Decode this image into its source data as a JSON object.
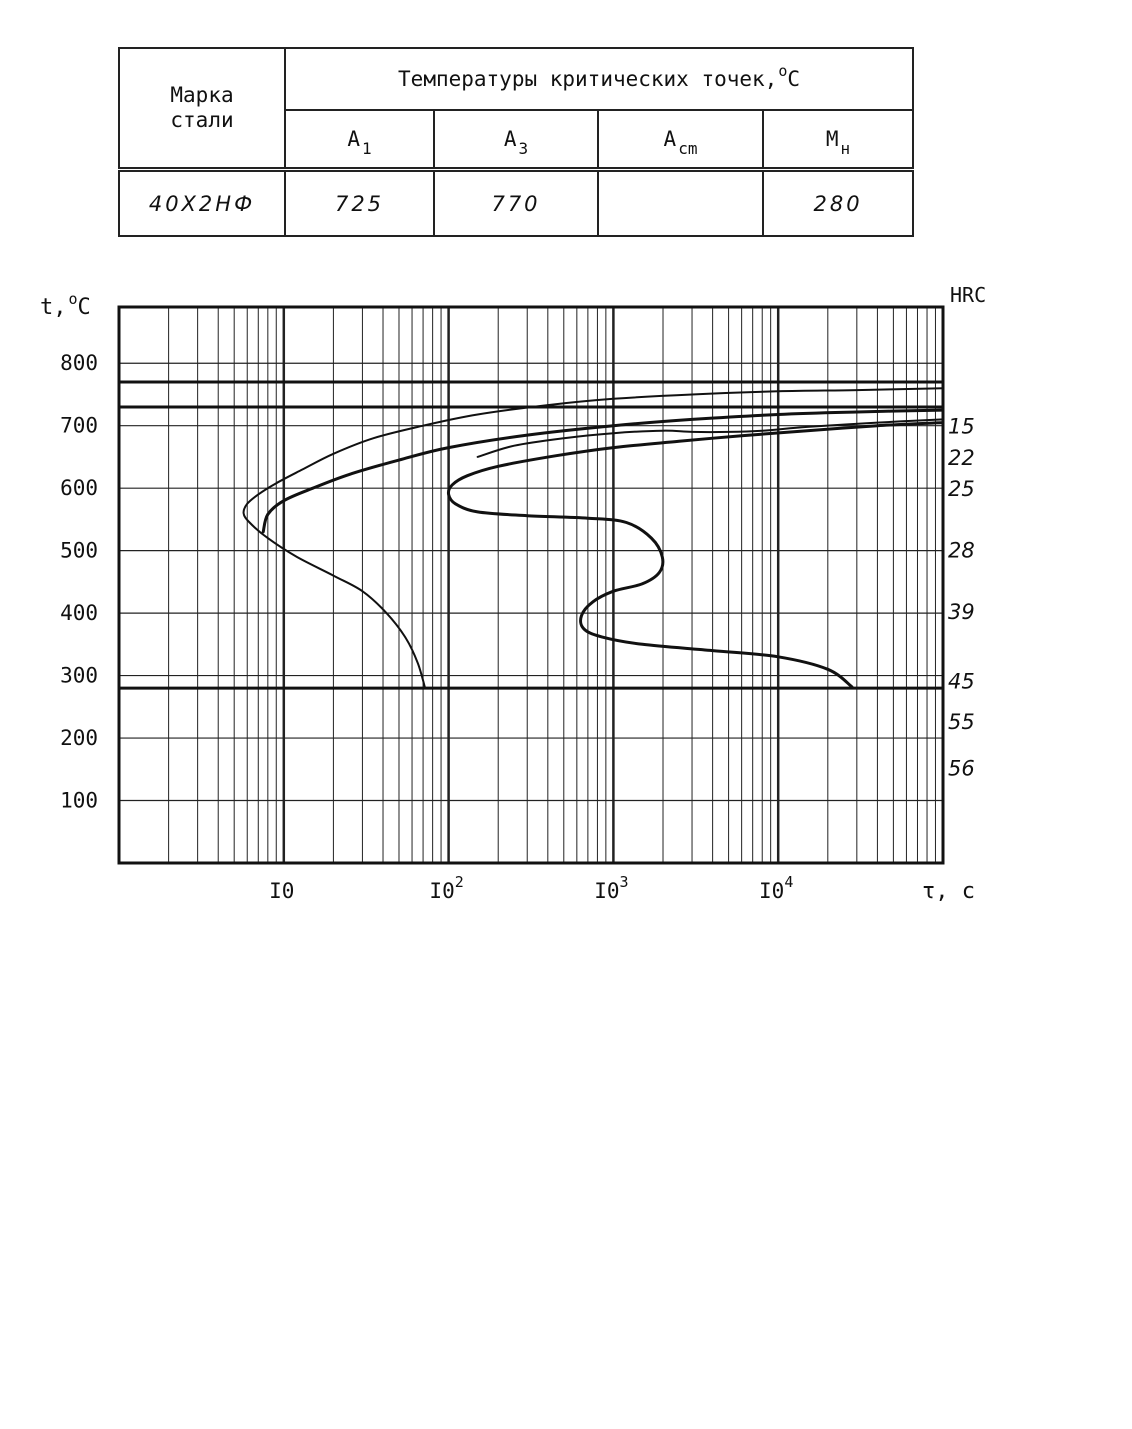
{
  "table": {
    "grade_header_line1": "Марка",
    "grade_header_line2": "стали",
    "temps_header": "Температуры критических точек,",
    "temps_header_unit_sup": "o",
    "temps_header_unit": "С",
    "columns": [
      {
        "letter": "A",
        "sub": "1"
      },
      {
        "letter": "A",
        "sub": "3"
      },
      {
        "letter": "A",
        "sub": "cm"
      },
      {
        "letter": "M",
        "sub": "н"
      }
    ],
    "row": {
      "grade": "40Х2НФ",
      "values": [
        "725",
        "770",
        "",
        "280"
      ]
    }
  },
  "chart_data": {
    "type": "line",
    "ylabel": "t, °C",
    "ylabel_main": "t,",
    "ylabel_sup": "o",
    "ylabel_unit": "C",
    "xlabel": "τ, с",
    "right_label": "HRC",
    "x_scale": "log",
    "xlim": [
      1,
      100000
    ],
    "ylim": [
      0,
      890
    ],
    "grid": true,
    "y_ticks": [
      "100",
      "200",
      "300",
      "400",
      "500",
      "600",
      "700",
      "800"
    ],
    "x_ticks": [
      {
        "value": 10,
        "base": "I0",
        "exp": ""
      },
      {
        "value": 100,
        "base": "I0",
        "exp": "2"
      },
      {
        "value": 1000,
        "base": "I0",
        "exp": "3"
      },
      {
        "value": 10000,
        "base": "I0",
        "exp": "4"
      }
    ],
    "reference_lines": [
      {
        "y": 770
      },
      {
        "y": 730
      },
      {
        "y": 280
      }
    ],
    "hrc_labels": [
      {
        "text": "15",
        "y": 700
      },
      {
        "text": "22",
        "y": 650
      },
      {
        "text": "25",
        "y": 600
      },
      {
        "text": "28",
        "y": 502
      },
      {
        "text": "39",
        "y": 403
      },
      {
        "text": "45",
        "y": 292
      },
      {
        "text": "55",
        "y": 227
      },
      {
        "text": "56",
        "y": 153
      }
    ],
    "series": [
      {
        "stroke": 2,
        "x": [
          100000,
          30000,
          10000,
          3000,
          1000,
          400,
          150,
          70,
          35,
          20,
          13,
          9,
          7,
          6,
          5.7,
          6.2,
          8,
          12,
          20,
          30,
          42,
          55,
          65,
          72
        ],
        "y": [
          760,
          757,
          755,
          750,
          743,
          733,
          718,
          700,
          680,
          655,
          630,
          608,
          590,
          575,
          560,
          545,
          520,
          490,
          460,
          435,
          400,
          360,
          320,
          280
        ]
      },
      {
        "stroke": 3,
        "x": [
          100000,
          30000,
          10000,
          3000,
          1000,
          300,
          100,
          50,
          25,
          15,
          10,
          8,
          7.5
        ],
        "y": [
          725,
          722,
          718,
          710,
          700,
          685,
          665,
          645,
          622,
          600,
          580,
          558,
          530
        ]
      },
      {
        "stroke": 3,
        "x": [
          100000,
          40000,
          15000,
          6000,
          2500,
          1000,
          450,
          200,
          130,
          105,
          100,
          110,
          150,
          300,
          700,
          1200,
          1700,
          1980,
          1900,
          1500,
          1000,
          750,
          640,
          660,
          850,
          1500,
          4000,
          10000,
          20000,
          28000
        ],
        "y": [
          705,
          700,
          692,
          684,
          675,
          665,
          652,
          635,
          620,
          605,
          590,
          575,
          562,
          556,
          552,
          545,
          520,
          490,
          465,
          447,
          435,
          418,
          396,
          375,
          362,
          350,
          340,
          330,
          310,
          282
        ]
      },
      {
        "stroke": 2,
        "x": [
          100000,
          40000,
          15000,
          8000,
          5000,
          3000,
          2000,
          1000,
          500,
          250,
          150
        ],
        "y": [
          710,
          705,
          698,
          692,
          690,
          690,
          692,
          688,
          680,
          668,
          650
        ]
      }
    ]
  }
}
